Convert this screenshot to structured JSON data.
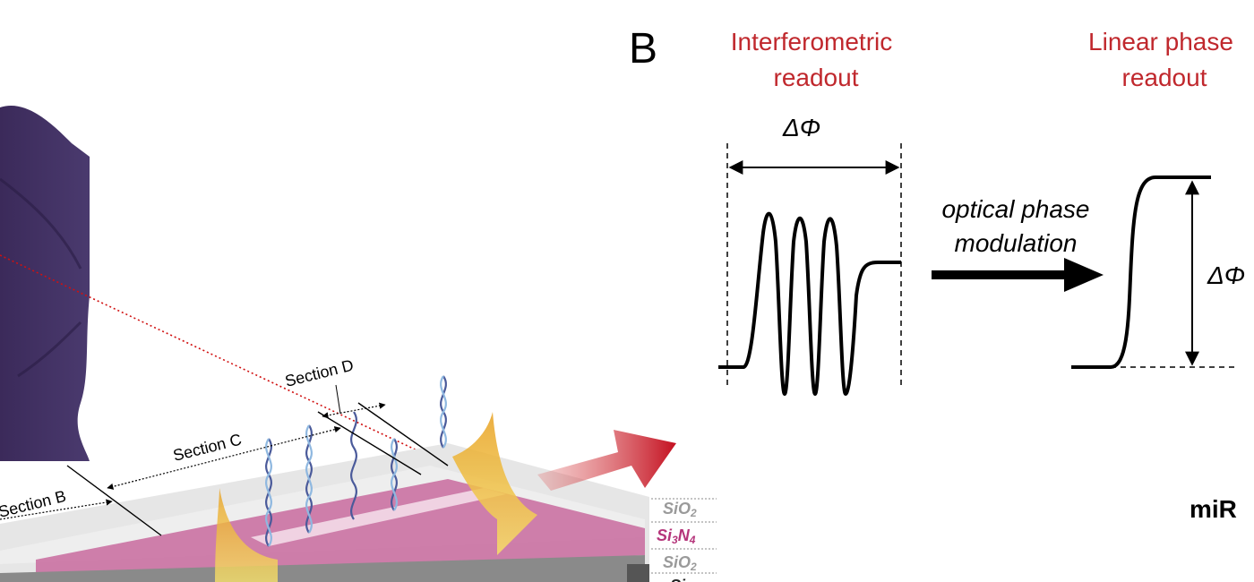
{
  "panel_b": {
    "panel_letter": "B",
    "left_title": [
      "Interferometric",
      "readout"
    ],
    "right_title": [
      "Linear phase",
      "readout"
    ],
    "delta_phi_left": "ΔΦ",
    "delta_phi_right": "ΔΦ",
    "arrow_label": [
      "optical phase",
      "modulation"
    ],
    "cut_off_label": "miR",
    "title_color": "#c0282d"
  },
  "panel_a": {
    "section_labels": {
      "b": "Section B",
      "c": "Section C",
      "d": "Section D"
    },
    "layers": [
      {
        "label": "SiO",
        "sub": "2",
        "color": "#9a9a9a"
      },
      {
        "label": "Si",
        "sub": "3",
        "label2": "N",
        "sub2": "4",
        "color": "#b5357b"
      },
      {
        "label": "SiO",
        "sub": "2",
        "color": "#9a9a9a"
      },
      {
        "label": "Si",
        "color": "#222222"
      }
    ]
  }
}
